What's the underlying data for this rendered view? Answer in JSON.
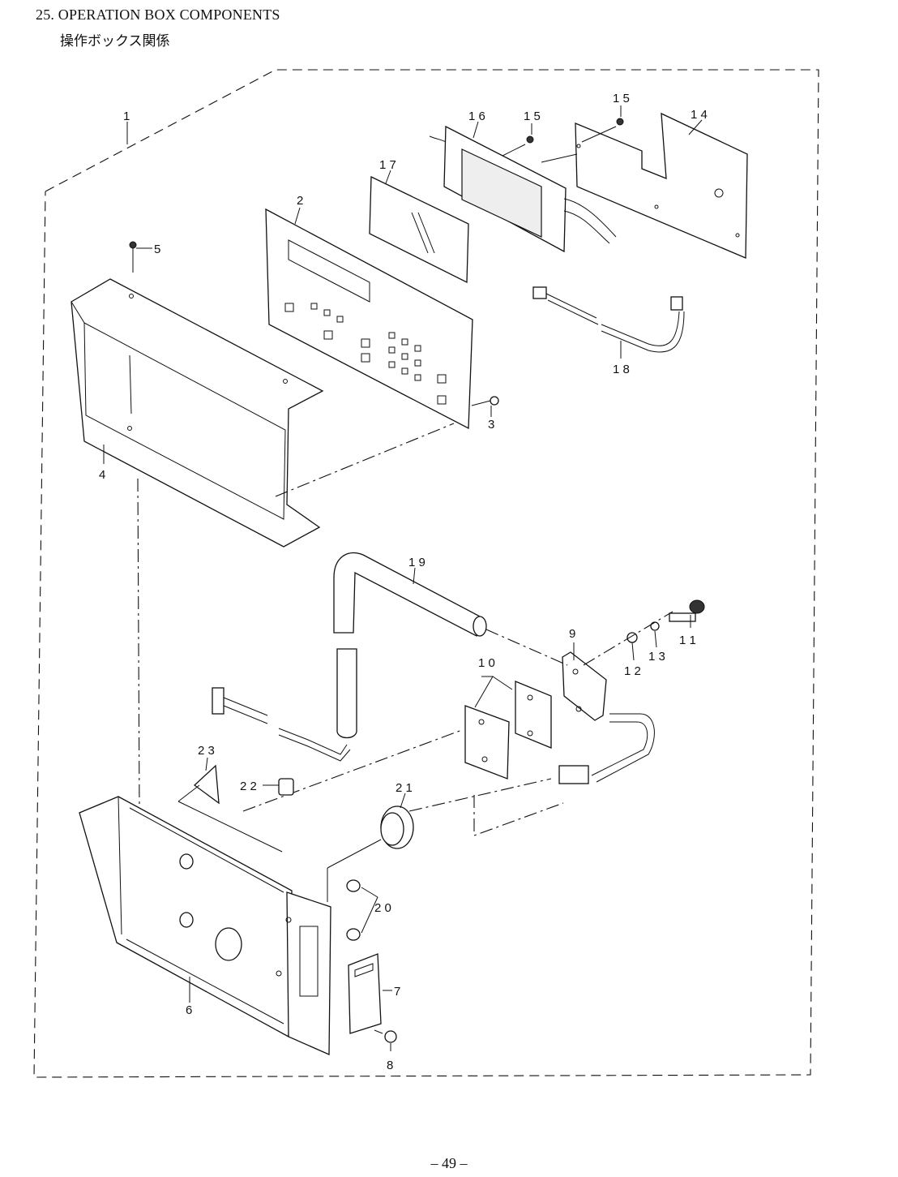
{
  "title": "25. OPERATION BOX COMPONENTS",
  "subtitle": "操作ボックス関係",
  "page_number": "– 49 –",
  "callouts": {
    "c1": "1",
    "c2": "2",
    "c3": "3",
    "c4": "4",
    "c5": "5",
    "c6": "6",
    "c7": "7",
    "c8": "8",
    "c9": "9",
    "c10": "1 0",
    "c11": "1 1",
    "c12": "1 2",
    "c13": "1 3",
    "c14": "1 4",
    "c15a": "1 5",
    "c15b": "1 5",
    "c16": "1 6",
    "c17": "1 7",
    "c18": "1 8",
    "c19": "1 9",
    "c20": "2 0",
    "c21": "2 1",
    "c22": "2 2",
    "c23": "2 3"
  }
}
